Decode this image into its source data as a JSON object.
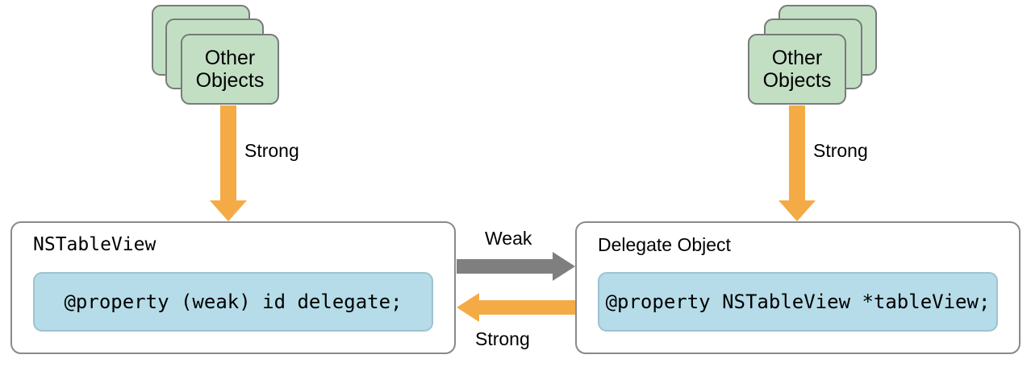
{
  "diagram": {
    "title": "Delegate retain-cycle avoidance diagram",
    "colors": {
      "card_green": "#c2dfc4",
      "code_blue": "#b5dce8",
      "strong_orange": "#f5ab45",
      "weak_gray": "#7f7f7f",
      "border_gray": "#8a8a8a",
      "background": "#ffffff"
    }
  },
  "left_stack": {
    "line1": "Other",
    "line2": "Objects"
  },
  "right_stack": {
    "line1": "Other",
    "line2": "Objects"
  },
  "left_arrow": {
    "label": "Strong"
  },
  "right_arrow": {
    "label": "Strong"
  },
  "left_box": {
    "title": "NSTableView",
    "code": "@property (weak) id delegate;"
  },
  "right_box": {
    "title": "Delegate Object",
    "code": "@property NSTableView *tableView;"
  },
  "weak_connector": {
    "label": "Weak"
  },
  "strong_connector": {
    "label": "Strong"
  }
}
